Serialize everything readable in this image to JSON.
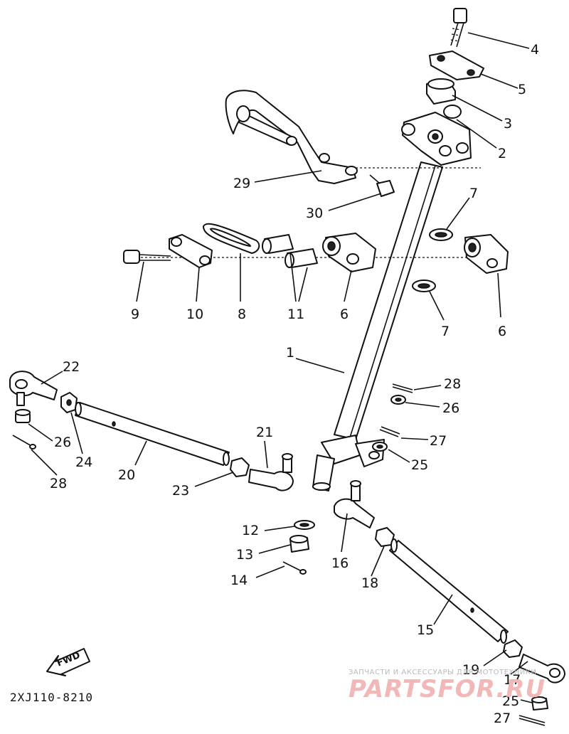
{
  "diagram": {
    "code": "2XJ110-8210",
    "fwd_label": "FWD",
    "callouts": [
      {
        "id": "c4",
        "text": "4"
      },
      {
        "id": "c5",
        "text": "5"
      },
      {
        "id": "c3",
        "text": "3"
      },
      {
        "id": "c2",
        "text": "2"
      },
      {
        "id": "c29",
        "text": "29"
      },
      {
        "id": "c30",
        "text": "30"
      },
      {
        "id": "c7a",
        "text": "7"
      },
      {
        "id": "c9",
        "text": "9"
      },
      {
        "id": "c10",
        "text": "10"
      },
      {
        "id": "c8",
        "text": "8"
      },
      {
        "id": "c11",
        "text": "11"
      },
      {
        "id": "c6a",
        "text": "6"
      },
      {
        "id": "c7b",
        "text": "7"
      },
      {
        "id": "c6b",
        "text": "6"
      },
      {
        "id": "c1",
        "text": "1"
      },
      {
        "id": "c22",
        "text": "22"
      },
      {
        "id": "c28a",
        "text": "28"
      },
      {
        "id": "c26a",
        "text": "26"
      },
      {
        "id": "c26b",
        "text": "26"
      },
      {
        "id": "c24",
        "text": "24"
      },
      {
        "id": "c20",
        "text": "20"
      },
      {
        "id": "c28b",
        "text": "28"
      },
      {
        "id": "c21",
        "text": "21"
      },
      {
        "id": "c27a",
        "text": "27"
      },
      {
        "id": "c25a",
        "text": "25"
      },
      {
        "id": "c23",
        "text": "23"
      },
      {
        "id": "c12",
        "text": "12"
      },
      {
        "id": "c13",
        "text": "13"
      },
      {
        "id": "c14",
        "text": "14"
      },
      {
        "id": "c16",
        "text": "16"
      },
      {
        "id": "c18",
        "text": "18"
      },
      {
        "id": "c15",
        "text": "15"
      },
      {
        "id": "c19",
        "text": "19"
      },
      {
        "id": "c17",
        "text": "17"
      },
      {
        "id": "c25b",
        "text": "25"
      },
      {
        "id": "c27b",
        "text": "27"
      }
    ]
  },
  "watermark": {
    "small": "ЗАПЧАСТИ И АКСЕССУАРЫ ДЛЯ МОТОТЕХНИКИ",
    "big": "PARTSFOR.RU"
  }
}
